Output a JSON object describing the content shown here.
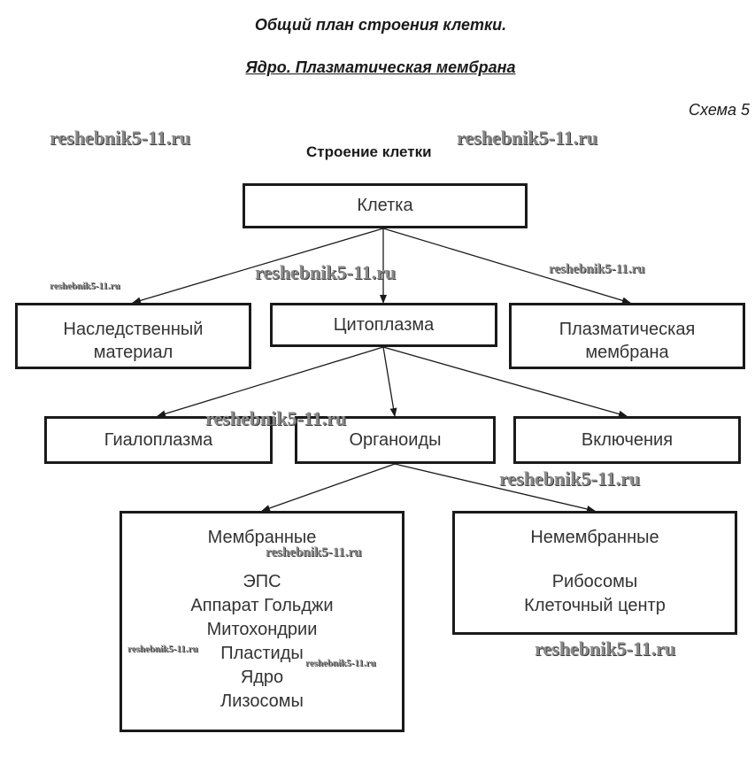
{
  "header": {
    "title": "Общий план строения клетки.",
    "subtitle": "Ядро. Плазматическая мембрана",
    "scheme": "Схема 5"
  },
  "diagram": {
    "title": "Строение клетки",
    "root": "Клетка",
    "level1": {
      "heredity": [
        "Наследственный",
        "материал"
      ],
      "cytoplasm": "Цитоплазма",
      "membrane": [
        "Плазматическая",
        "мембрана"
      ]
    },
    "level2": {
      "hyaloplasm": "Гиалоплазма",
      "organoids": "Органоиды",
      "inclusions": "Включения"
    },
    "membranous": {
      "title": "Мембранные",
      "items": [
        "ЭПС",
        "Аппарат Гольджи",
        "Митохондрии",
        "Пластиды",
        "Ядро",
        "Лизосомы"
      ]
    },
    "nonmembranous": {
      "title": "Немембранные",
      "items": [
        "Рибосомы",
        "Клеточный центр"
      ]
    }
  },
  "watermark": "reshebnik5-11.ru",
  "colors": {
    "stroke": "#1a1a1a",
    "watermark": "#8a8a8a"
  }
}
